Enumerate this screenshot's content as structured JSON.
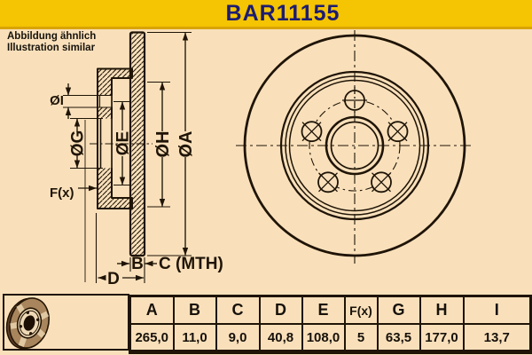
{
  "banner": {
    "title": "BAR11155"
  },
  "note": {
    "line1": "Abbildung ähnlich",
    "line2": "Illustration similar"
  },
  "drawing": {
    "section_labels": {
      "dia_i": "ØI",
      "dia_g": "ØG",
      "dia_e": "ØE",
      "dia_h": "ØH",
      "dia_a": "ØA",
      "holes": "F(x)",
      "thickness": "B",
      "min_thickness": "C (MTH)",
      "height": "D"
    }
  },
  "spec_table": {
    "headers": [
      "A",
      "B",
      "C",
      "D",
      "E",
      "F(x)",
      "G",
      "H",
      "I"
    ],
    "values": [
      "265,0",
      "11,0",
      "9,0",
      "40,8",
      "108,0",
      "5",
      "63,5",
      "177,0",
      "13,7"
    ]
  },
  "colors": {
    "banner_yellow": "#f5c402",
    "title_navy": "#1c1c72",
    "background_peach": "#f9e0bb",
    "line_dark": "#1f1406"
  }
}
